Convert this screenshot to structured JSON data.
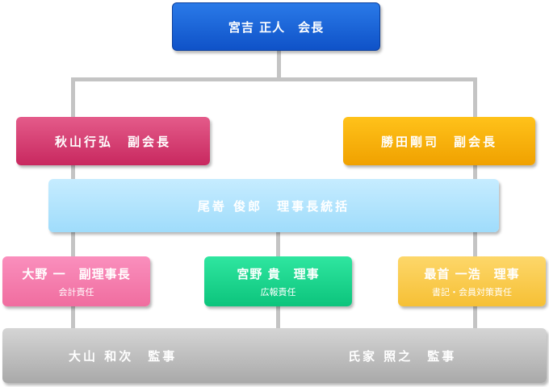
{
  "chairman": {
    "label": "宮吉 正人　会長",
    "color": "#1464d8"
  },
  "vice_presidents": [
    {
      "label": "秋山行弘　副会長",
      "color": "#d63a6e"
    },
    {
      "label": "勝田剛司　副会長",
      "color": "#f7b000"
    }
  ],
  "director_general": {
    "label": "尾嵜 俊郎　理事長統括",
    "color": "#b4e4fd"
  },
  "directors": [
    {
      "label": "大野 一　副理事長",
      "role": "会計責任",
      "color": "#f47aab"
    },
    {
      "label": "宮野 貴　理事",
      "role": "広報責任",
      "color": "#16d68c"
    },
    {
      "label": "最首 一浩　理事",
      "role": "書記・会員対策責任",
      "color": "#f9c94a"
    }
  ],
  "auditors": [
    {
      "label": "大山 和次　監事"
    },
    {
      "label": "氏家 照之　監事"
    }
  ],
  "connector_color": "#c4c4c4"
}
